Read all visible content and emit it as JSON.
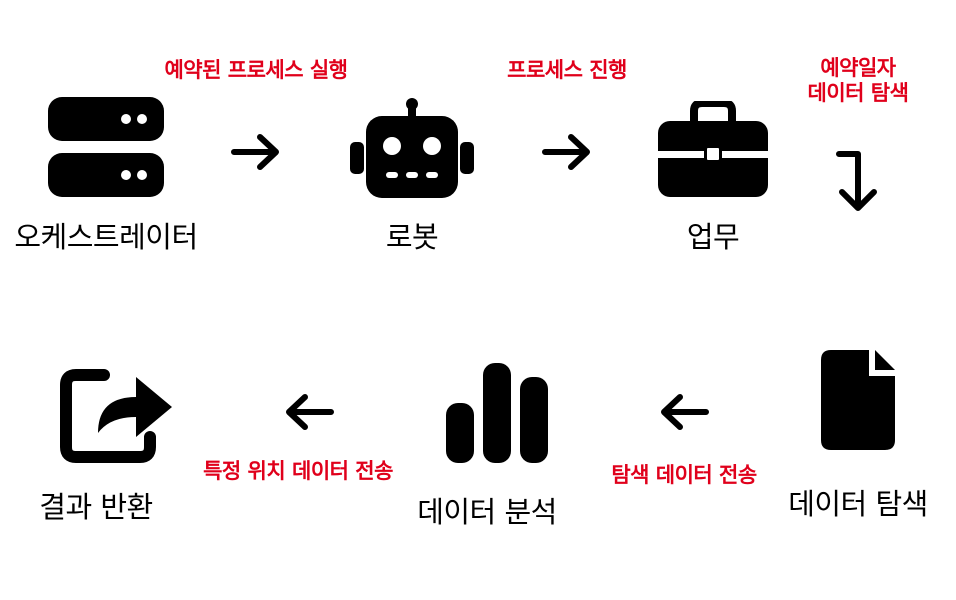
{
  "colors": {
    "icon": "#000000",
    "edge_label": "#e0001b",
    "background": "#ffffff"
  },
  "nodes": {
    "orchestrator": {
      "label": "오케스트레이터",
      "icon": "server-icon"
    },
    "robot": {
      "label": "로봇",
      "icon": "robot-icon"
    },
    "task": {
      "label": "업무",
      "icon": "briefcase-icon"
    },
    "data_search": {
      "label": "데이터 탐색",
      "icon": "file-icon"
    },
    "data_analysis": {
      "label": "데이터 분석",
      "icon": "bar-chart-icon"
    },
    "result_return": {
      "label": "결과 반환",
      "icon": "share-icon"
    }
  },
  "edges": {
    "e1": {
      "label": "예약된 프로세스 실행"
    },
    "e2": {
      "label": "프로세스 진행"
    },
    "e3": {
      "label_line1": "예약일자",
      "label_line2": "데이터 탐색"
    },
    "e4": {
      "label": "탐색 데이터 전송"
    },
    "e5": {
      "label": "특정 위치 데이터 전송"
    }
  }
}
